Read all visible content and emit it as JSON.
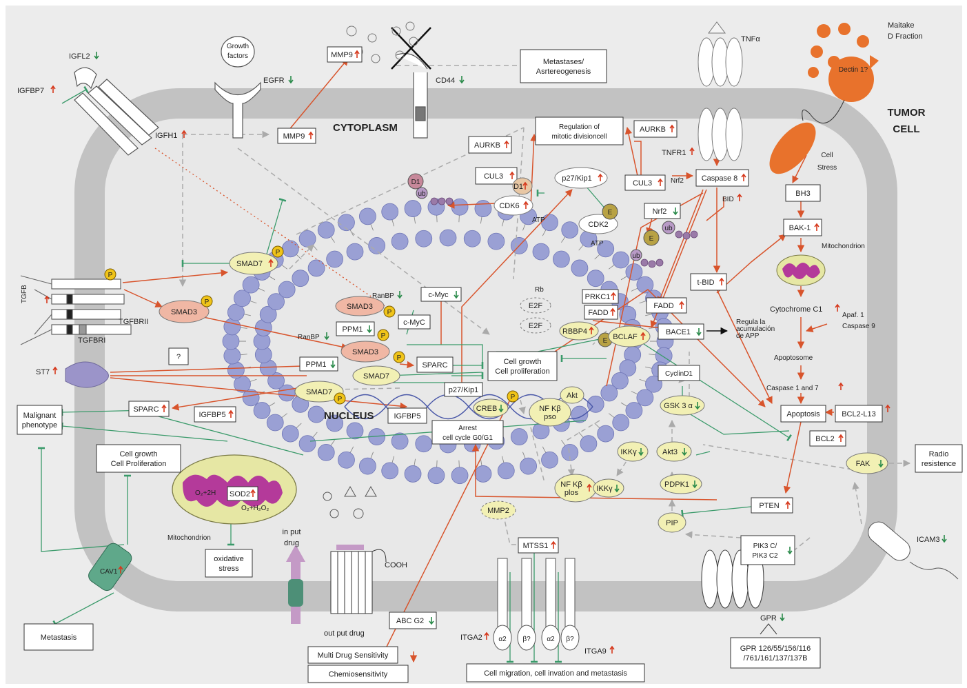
{
  "cell": {
    "cytoplasm": "CYTOPLASM",
    "nucleus": "NUCLEUS",
    "tumor_cell": [
      "TUMOR",
      "CELL"
    ]
  },
  "extracellular": {
    "igfl2": "IGFL2",
    "igfbp7": "IGFBP7",
    "igfh1": "IGFH1",
    "growth_factors": [
      "Growth",
      "factors"
    ],
    "egfr": "EGFR",
    "mmp9_out": "MMP9",
    "cd44": "CD44",
    "metastases": [
      "Metastases/",
      "Asrtereogenesis"
    ],
    "tnfa": "TNFα",
    "maitake": [
      "Maitake",
      "D Fraction"
    ],
    "dectin": "Dectin 1?",
    "st7": "ST7",
    "question": "?",
    "malignant": [
      "Malignant",
      "phenotype"
    ],
    "cell_growth_out": [
      "Cell growth",
      "Cell Proliferation"
    ],
    "mitochondrion_left": "Mitochondrion",
    "oxidative": [
      "oxidative",
      "stress"
    ],
    "metastasis": "Metastasis",
    "cav1": "CAV1",
    "input_drug": [
      "in put",
      "drug"
    ],
    "output_drug": "out put drug",
    "cooh": "COOH",
    "abcg2": "ABC G2",
    "multi_drug": "Multi Drug Sensitivity",
    "chemo": "Chemiosensitivity",
    "itga2": "ITGA2",
    "itga9": "ITGA9",
    "alpha2": "α2",
    "beta": "β?",
    "cell_migration": "Cell migration, cell invation and metastasis",
    "gpr": "GPR",
    "gpr_list": [
      "GPR 126/55/156/116",
      "/761/161/137/137B"
    ],
    "icam3": "ICAM3",
    "radio": [
      "Radio",
      "resistence"
    ]
  },
  "receptors": {
    "tgfb": "TGFB",
    "tgfbrii": "TGFBRII",
    "tgfbri": "TGFBRI",
    "tnfr1": "TNFR1"
  },
  "cytoplasm_nodes": {
    "mmp9_in": "MMP9",
    "aurkb_left": "AURKB",
    "regulation": [
      "Regulation of",
      "mitotic divisioncell"
    ],
    "aurkb_right": "AURKB",
    "cul3_left": "CUL3",
    "d1_a": "D1",
    "d1_b": "D1",
    "ub": "ub",
    "p27_top": "p27/Kip1",
    "cdk6": "CDK6",
    "atp": "ATP",
    "cdk2": "CDK2",
    "e": "E",
    "cul3_right": "CUL3",
    "nrf2_text": "Nrf2",
    "nrf2_box": "Nrf2",
    "caspase8": "Caspase 8",
    "bid": "BID",
    "tbid": "t-BID",
    "smad7_top": "SMAD7",
    "smad3_left": "SMAD3",
    "p": "P",
    "sparc_out": "SPARC",
    "igfbp5_left": "IGFBP5",
    "sod2": "SOD2",
    "o2_2h": "O₂+2H",
    "o2_h2o2": "O₂+H₂O₂",
    "cell_stress": [
      "Cell",
      "Stress"
    ],
    "bh3": "BH3",
    "bak1": "BAK-1",
    "mito_right": "Mitochondrion",
    "cytc": "Cytochrome C1",
    "apaf": [
      "Apaf. 1",
      "Caspase 9"
    ],
    "apoptosome": "Apoptosome",
    "caspase17": "Caspase 1 and 7",
    "apoptosis": "Apoptosis",
    "bcl2l13": "BCL2-L13",
    "bcl2": "BCL2",
    "fak": "FAK",
    "pten": "PTEN",
    "pip": "PIP",
    "pik3": [
      "PIK3 C/",
      "PIK3 C2"
    ],
    "pdpk1": "PDPK1",
    "akt3": "Akt3",
    "ikky_right": "IKKγ",
    "gsk3a": "GSK 3 α",
    "cyclind1": "CyclinD1",
    "bace1": "BACE1",
    "regula": [
      "Regula la",
      "acumulación",
      "de APP"
    ],
    "fadd_out": "FADD",
    "mmp2": "MMP2",
    "mtss1": "MTSS1"
  },
  "nucleus_nodes": {
    "ranbp_a": "RanBP",
    "cmyc_a": "c-Myc",
    "smad3_a": "SMAD3",
    "ppm1_a": "PPM1",
    "cmyc_b": "c-MyC",
    "ranbp_b": "RanBP",
    "smad3_b": "SMAD3",
    "smad7_b": "SMAD7",
    "ppm1_b": "PPM1",
    "sparc_in": "SPARC",
    "smad7_c": "SMAD7",
    "igfbp5_in": "IGFBP5",
    "p27_in": "p27/Kip1",
    "creb": "CREB",
    "arrest": [
      "Arrest",
      "cell cycle G0/G1"
    ],
    "cell_growth_in": [
      "Cell growth",
      "Cell proliferation"
    ],
    "nfkb_pso": [
      "NF Kβ",
      "pso"
    ],
    "akt": "Akt",
    "rb": "Rb",
    "e2f_a": "E2F",
    "e2f_b": "E2F",
    "prkc1": "PRKC1",
    "fadd_in": "FADD",
    "rbbp4": "RBBP4",
    "bclaf": "BCLAF",
    "nfkb_plos": [
      "NF Kβ",
      "plos"
    ],
    "ikky_in": "IKKγ"
  },
  "icons": [
    "up-arrow-icon",
    "down-arrow-icon",
    "mitochondrion-icon",
    "ubiquitin-chain-icon",
    "dna-helix-icon"
  ],
  "colors": {
    "activation": "#d8542c",
    "inhibition": "#3a9a6a",
    "membrane": "#c4c4c4",
    "bead": "#9aa0d4",
    "smad_fill": "#f0b7a4",
    "yellow_fill": "#f2f0b4",
    "mito_fill": "#b43a9a",
    "maitake": "#e8722c"
  }
}
